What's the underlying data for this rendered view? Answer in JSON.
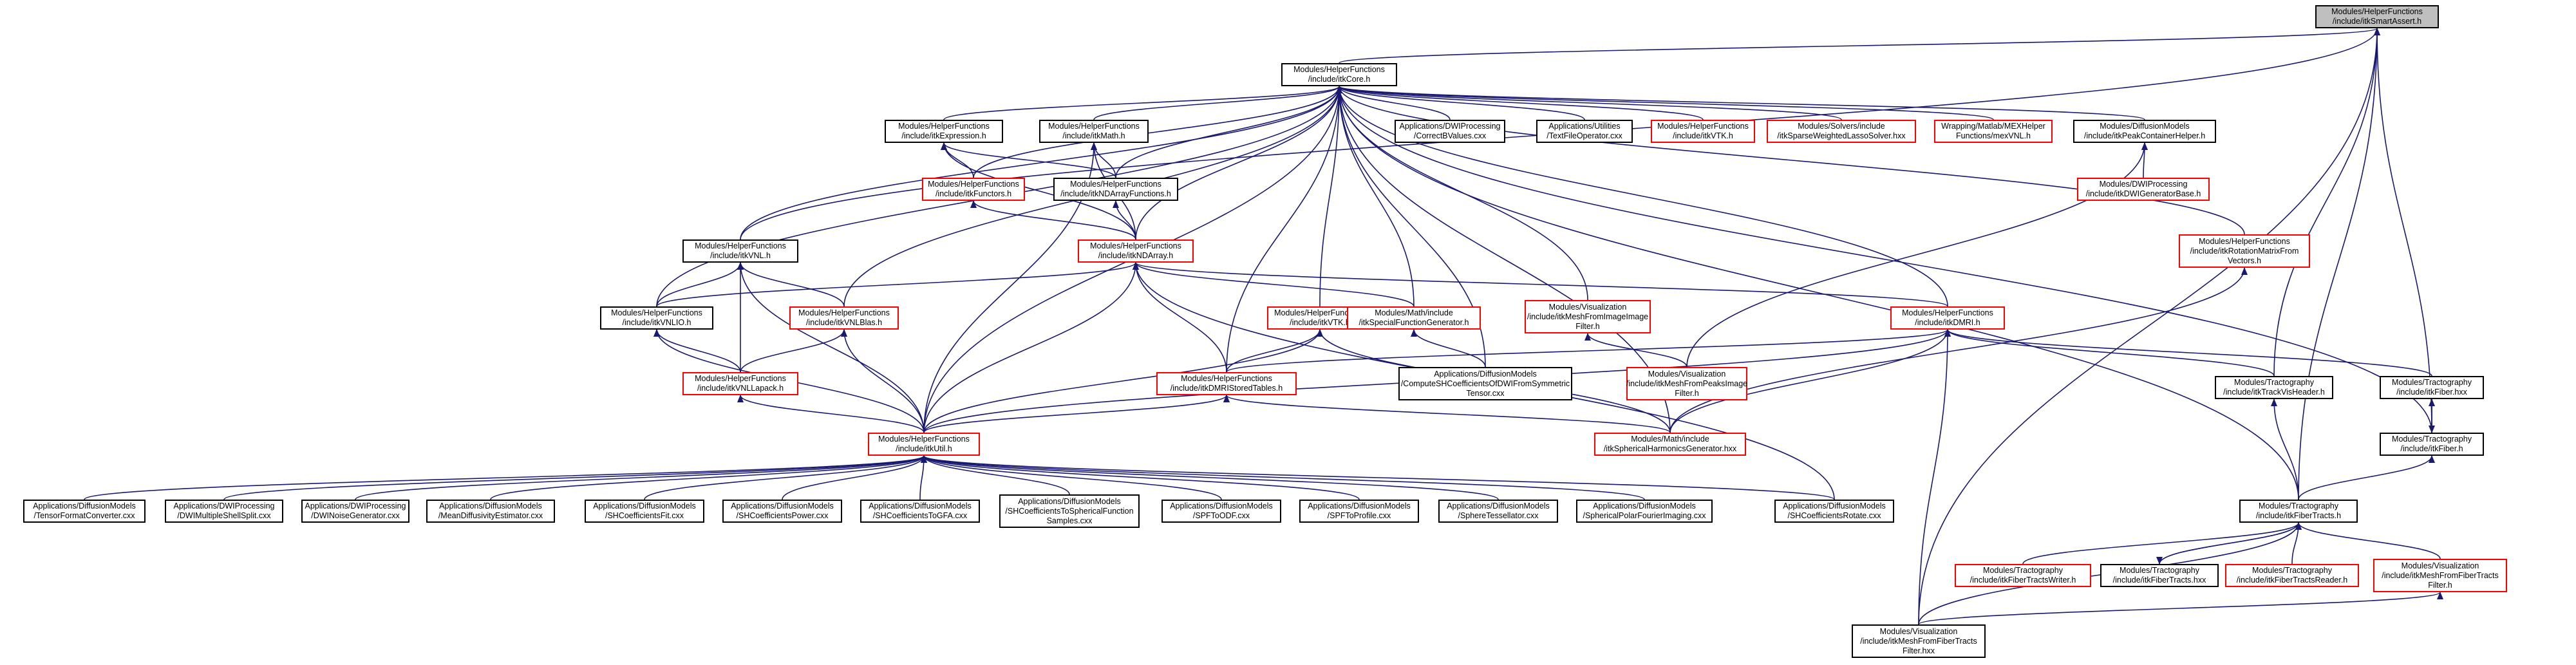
{
  "colors": {
    "normal_border": "#000000",
    "incomplete_border": "#ff0000",
    "root_fill": "#bfbfbf",
    "edge": "#191970"
  },
  "nodes": {
    "root": {
      "lines": [
        "Modules/HelperFunctions",
        "/include/itkSmartAssert.h"
      ]
    },
    "core": {
      "lines": [
        "Modules/HelperFunctions",
        "/include/itkCore.h"
      ]
    },
    "expr": {
      "lines": [
        "Modules/HelperFunctions",
        "/include/itkExpression.h"
      ]
    },
    "mathh": {
      "lines": [
        "Modules/HelperFunctions",
        "/include/itkMath.h"
      ]
    },
    "dwip_correct": {
      "lines": [
        "Applications/DWIProcessing",
        "/CorrectBValues.cxx"
      ]
    },
    "util_test": {
      "lines": [
        "Applications/Utilities",
        "/TextFileOperator.cxx"
      ]
    },
    "vtk1": {
      "lines": [
        "Modules/HelperFunctions",
        "/include/itkVTK.h"
      ]
    },
    "lasso": {
      "lines": [
        "Modules/Solvers/include",
        "/itkSparseWeightedLassoSolver.hxx"
      ]
    },
    "mex": {
      "lines": [
        "Wrapping/Matlab/MEXHelper",
        "Functions/mexVNL.h"
      ]
    },
    "peak": {
      "lines": [
        "Modules/DiffusionModels",
        "/include/itkPeakContainerHelper.h"
      ]
    },
    "functors": {
      "lines": [
        "Modules/HelperFunctions",
        "/include/itkFunctors.h"
      ]
    },
    "ndfunc": {
      "lines": [
        "Modules/HelperFunctions",
        "/include/itkNDArrayFunctions.h"
      ]
    },
    "dwigen": {
      "lines": [
        "Modules/DWIProcessing",
        "/include/itkDWIGeneratorBase.h"
      ]
    },
    "ndarray": {
      "lines": [
        "Modules/HelperFunctions",
        "/include/itkNDArray.h"
      ]
    },
    "vnl": {
      "lines": [
        "Modules/HelperFunctions",
        "/include/itkVNL.h"
      ]
    },
    "rotation": {
      "lines": [
        "Modules/HelperFunctions",
        "/include/itkRotationMatrixFrom",
        "Vectors.h"
      ]
    },
    "vnlio": {
      "lines": [
        "Modules/HelperFunctions",
        "/include/itkVNLIO.h"
      ]
    },
    "vnlblas": {
      "lines": [
        "Modules/HelperFunctions",
        "/include/itkVNLBlas.h"
      ]
    },
    "vtk2": {
      "lines": [
        "Modules/HelperFunctions",
        "/include/itkVTK.h"
      ]
    },
    "specfunc": {
      "lines": [
        "Modules/Math/include",
        "/itkSpecialFunctionGenerator.h"
      ]
    },
    "meshimg": {
      "lines": [
        "Modules/Visualization",
        "/include/itkMeshFromImageImage",
        "Filter.h"
      ]
    },
    "dmri": {
      "lines": [
        "Modules/HelperFunctions",
        "/include/itkDMRI.h"
      ]
    },
    "vnllapack": {
      "lines": [
        "Modules/HelperFunctions",
        "/include/itkVNLLapack.h"
      ]
    },
    "dmristored": {
      "lines": [
        "Modules/HelperFunctions",
        "/include/itkDMRIStoredTables.h"
      ]
    },
    "computesh": {
      "lines": [
        "Applications/DiffusionModels",
        "/ComputeSHCoefficientsOfDWIFromSymmetric",
        "Tensor.cxx"
      ]
    },
    "meshpeaks": {
      "lines": [
        "Modules/Visualization",
        "/include/itkMeshFromPeaksImage",
        "Filter.h"
      ]
    },
    "trackvis": {
      "lines": [
        "Modules/Tractography",
        "/include/itkTrackVisHeader.h"
      ]
    },
    "fiberhxx": {
      "lines": [
        "Modules/Tractography",
        "/include/itkFiber.hxx"
      ]
    },
    "fiberh": {
      "lines": [
        "Modules/Tractography",
        "/include/itkFiber.h"
      ]
    },
    "utilh": {
      "lines": [
        "Modules/HelperFunctions",
        "/include/itkUtil.h"
      ]
    },
    "shharm": {
      "lines": [
        "Modules/Math/include",
        "/itkSphericalHarmonicsGenerator.hxx"
      ]
    },
    "a_tensor": {
      "lines": [
        "Applications/DiffusionModels",
        "/TensorFormatConverter.cxx"
      ]
    },
    "a_multishell": {
      "lines": [
        "Applications/DWIProcessing",
        "/DWIMultipleShellSplit.cxx"
      ]
    },
    "a_noise": {
      "lines": [
        "Applications/DWIProcessing",
        "/DWINoiseGenerator.cxx"
      ]
    },
    "a_meandiff": {
      "lines": [
        "Applications/DiffusionModels",
        "/MeanDiffusivityEstimator.cxx"
      ]
    },
    "a_shfit": {
      "lines": [
        "Applications/DiffusionModels",
        "/SHCoefficientsFit.cxx"
      ]
    },
    "a_shpower": {
      "lines": [
        "Applications/DiffusionModels",
        "/SHCoefficientsPower.cxx"
      ]
    },
    "a_shgfa": {
      "lines": [
        "Applications/DiffusionModels",
        "/SHCoefficientsToGFA.cxx"
      ]
    },
    "a_shsfs": {
      "lines": [
        "Applications/DiffusionModels",
        "/SHCoefficientsToSphericalFunction",
        "Samples.cxx"
      ]
    },
    "a_spfodf": {
      "lines": [
        "Applications/DiffusionModels",
        "/SPFToODF.cxx"
      ]
    },
    "a_spfprofile": {
      "lines": [
        "Applications/DiffusionModels",
        "/SPFToProfile.cxx"
      ]
    },
    "a_sphtess": {
      "lines": [
        "Applications/DiffusionModels",
        "/SphereTessellator.cxx"
      ]
    },
    "a_sphpolar": {
      "lines": [
        "Applications/DiffusionModels",
        "/SphericalPolarFourierImaging.cxx"
      ]
    },
    "a_shrotate": {
      "lines": [
        "Applications/DiffusionModels",
        "/SHCoefficientsRotate.cxx"
      ]
    },
    "fibertracts": {
      "lines": [
        "Modules/Tractography",
        "/include/itkFiberTracts.h"
      ]
    },
    "ftwriter": {
      "lines": [
        "Modules/Tractography",
        "/include/itkFiberTractsWriter.h"
      ]
    },
    "fthxx": {
      "lines": [
        "Modules/Tractography",
        "/include/itkFiberTracts.hxx"
      ]
    },
    "ftreader": {
      "lines": [
        "Modules/Tractography",
        "/include/itkFiberTractsReader.h"
      ]
    },
    "meshfthxx": {
      "lines": [
        "Modules/Visualization",
        "/include/itkMeshFromFiberTracts",
        "Filter.h"
      ]
    },
    "meshft": {
      "lines": [
        "Modules/Visualization",
        "/include/itkMeshFromFiberTracts",
        "Filter.hxx"
      ]
    }
  }
}
